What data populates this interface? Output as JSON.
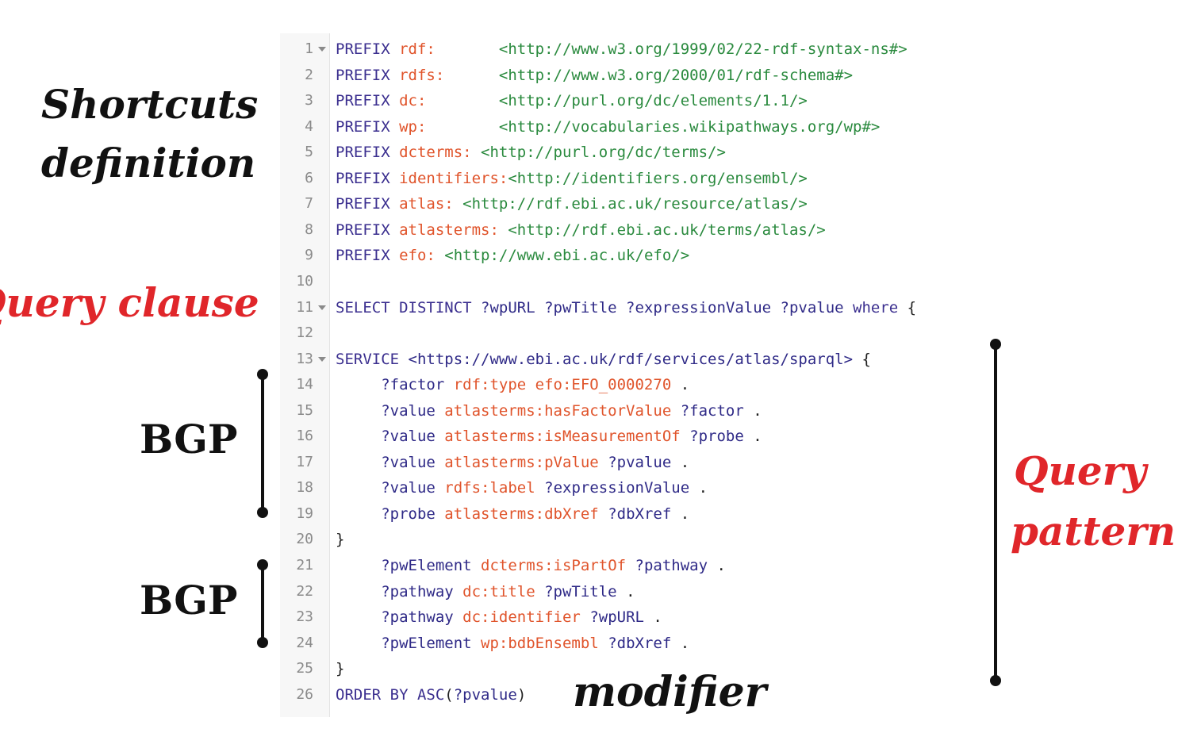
{
  "annotations": {
    "shortcuts": "Shortcuts",
    "definition": "definition",
    "query_clause": "Query clause",
    "bgp1": "BGP",
    "bgp2": "BGP",
    "query": "Query",
    "pattern": "pattern",
    "modifier": "modifier"
  },
  "code": {
    "lines": [
      {
        "num": "1",
        "fold": true,
        "tokens": [
          {
            "t": "PREFIX ",
            "c": "kw"
          },
          {
            "t": "rdf:       ",
            "c": "pre"
          },
          {
            "t": "<http://www.w3.org/1999/02/22-rdf-syntax-ns#>",
            "c": "uri"
          }
        ]
      },
      {
        "num": "2",
        "fold": false,
        "tokens": [
          {
            "t": "PREFIX ",
            "c": "kw"
          },
          {
            "t": "rdfs:      ",
            "c": "pre"
          },
          {
            "t": "<http://www.w3.org/2000/01/rdf-schema#>",
            "c": "uri"
          }
        ]
      },
      {
        "num": "3",
        "fold": false,
        "tokens": [
          {
            "t": "PREFIX ",
            "c": "kw"
          },
          {
            "t": "dc:        ",
            "c": "pre"
          },
          {
            "t": "<http://purl.org/dc/elements/1.1/>",
            "c": "uri"
          }
        ]
      },
      {
        "num": "4",
        "fold": false,
        "tokens": [
          {
            "t": "PREFIX ",
            "c": "kw"
          },
          {
            "t": "wp:        ",
            "c": "pre"
          },
          {
            "t": "<http://vocabularies.wikipathways.org/wp#>",
            "c": "uri"
          }
        ]
      },
      {
        "num": "5",
        "fold": false,
        "tokens": [
          {
            "t": "PREFIX ",
            "c": "kw"
          },
          {
            "t": "dcterms: ",
            "c": "pre"
          },
          {
            "t": "<http://purl.org/dc/terms/>",
            "c": "uri"
          }
        ]
      },
      {
        "num": "6",
        "fold": false,
        "tokens": [
          {
            "t": "PREFIX ",
            "c": "kw"
          },
          {
            "t": "identifiers:",
            "c": "pre"
          },
          {
            "t": "<http://identifiers.org/ensembl/>",
            "c": "uri"
          }
        ]
      },
      {
        "num": "7",
        "fold": false,
        "tokens": [
          {
            "t": "PREFIX ",
            "c": "kw"
          },
          {
            "t": "atlas: ",
            "c": "pre"
          },
          {
            "t": "<http://rdf.ebi.ac.uk/resource/atlas/>",
            "c": "uri"
          }
        ]
      },
      {
        "num": "8",
        "fold": false,
        "tokens": [
          {
            "t": "PREFIX ",
            "c": "kw"
          },
          {
            "t": "atlasterms: ",
            "c": "pre"
          },
          {
            "t": "<http://rdf.ebi.ac.uk/terms/atlas/>",
            "c": "uri"
          }
        ]
      },
      {
        "num": "9",
        "fold": false,
        "tokens": [
          {
            "t": "PREFIX ",
            "c": "kw"
          },
          {
            "t": "efo: ",
            "c": "pre"
          },
          {
            "t": "<http://www.ebi.ac.uk/efo/>",
            "c": "uri"
          }
        ]
      },
      {
        "num": "10",
        "fold": false,
        "tokens": []
      },
      {
        "num": "11",
        "fold": true,
        "tokens": [
          {
            "t": "SELECT DISTINCT ",
            "c": "kw"
          },
          {
            "t": "?wpURL ?pwTitle ?expressionValue ?pvalue ",
            "c": "var"
          },
          {
            "t": "where",
            "c": "kw"
          },
          {
            "t": " {",
            "c": "pun"
          }
        ]
      },
      {
        "num": "12",
        "fold": false,
        "tokens": []
      },
      {
        "num": "13",
        "fold": true,
        "tokens": [
          {
            "t": "SERVICE ",
            "c": "kw"
          },
          {
            "t": "<https://www.ebi.ac.uk/rdf/services/atlas/sparql>",
            "c": "var"
          },
          {
            "t": " {",
            "c": "pun"
          }
        ]
      },
      {
        "num": "14",
        "fold": false,
        "tokens": [
          {
            "t": "     ",
            "c": "pun"
          },
          {
            "t": "?factor ",
            "c": "var"
          },
          {
            "t": "rdf:type efo:EFO_0000270",
            "c": "pre"
          },
          {
            "t": " .",
            "c": "pun"
          }
        ]
      },
      {
        "num": "15",
        "fold": false,
        "tokens": [
          {
            "t": "     ",
            "c": "pun"
          },
          {
            "t": "?value ",
            "c": "var"
          },
          {
            "t": "atlasterms:hasFactorValue ",
            "c": "pre"
          },
          {
            "t": "?factor",
            "c": "var"
          },
          {
            "t": " .",
            "c": "pun"
          }
        ]
      },
      {
        "num": "16",
        "fold": false,
        "tokens": [
          {
            "t": "     ",
            "c": "pun"
          },
          {
            "t": "?value ",
            "c": "var"
          },
          {
            "t": "atlasterms:isMeasurementOf ",
            "c": "pre"
          },
          {
            "t": "?probe",
            "c": "var"
          },
          {
            "t": " .",
            "c": "pun"
          }
        ]
      },
      {
        "num": "17",
        "fold": false,
        "tokens": [
          {
            "t": "     ",
            "c": "pun"
          },
          {
            "t": "?value ",
            "c": "var"
          },
          {
            "t": "atlasterms:pValue ",
            "c": "pre"
          },
          {
            "t": "?pvalue",
            "c": "var"
          },
          {
            "t": " .",
            "c": "pun"
          }
        ]
      },
      {
        "num": "18",
        "fold": false,
        "tokens": [
          {
            "t": "     ",
            "c": "pun"
          },
          {
            "t": "?value ",
            "c": "var"
          },
          {
            "t": "rdfs:label ",
            "c": "pre"
          },
          {
            "t": "?expressionValue",
            "c": "var"
          },
          {
            "t": " .",
            "c": "pun"
          }
        ]
      },
      {
        "num": "19",
        "fold": false,
        "tokens": [
          {
            "t": "     ",
            "c": "pun"
          },
          {
            "t": "?probe ",
            "c": "var"
          },
          {
            "t": "atlasterms:dbXref ",
            "c": "pre"
          },
          {
            "t": "?dbXref",
            "c": "var"
          },
          {
            "t": " .",
            "c": "pun"
          }
        ]
      },
      {
        "num": "20",
        "fold": false,
        "tokens": [
          {
            "t": "}",
            "c": "pun"
          }
        ]
      },
      {
        "num": "21",
        "fold": false,
        "tokens": [
          {
            "t": "     ",
            "c": "pun"
          },
          {
            "t": "?pwElement ",
            "c": "var"
          },
          {
            "t": "dcterms:isPartOf ",
            "c": "pre"
          },
          {
            "t": "?pathway",
            "c": "var"
          },
          {
            "t": " .",
            "c": "pun"
          }
        ]
      },
      {
        "num": "22",
        "fold": false,
        "tokens": [
          {
            "t": "     ",
            "c": "pun"
          },
          {
            "t": "?pathway ",
            "c": "var"
          },
          {
            "t": "dc:title ",
            "c": "pre"
          },
          {
            "t": "?pwTitle",
            "c": "var"
          },
          {
            "t": " .",
            "c": "pun"
          }
        ]
      },
      {
        "num": "23",
        "fold": false,
        "tokens": [
          {
            "t": "     ",
            "c": "pun"
          },
          {
            "t": "?pathway ",
            "c": "var"
          },
          {
            "t": "dc:identifier ",
            "c": "pre"
          },
          {
            "t": "?wpURL",
            "c": "var"
          },
          {
            "t": " .",
            "c": "pun"
          }
        ]
      },
      {
        "num": "24",
        "fold": false,
        "tokens": [
          {
            "t": "     ",
            "c": "pun"
          },
          {
            "t": "?pwElement ",
            "c": "var"
          },
          {
            "t": "wp:bdbEnsembl ",
            "c": "pre"
          },
          {
            "t": "?dbXref",
            "c": "var"
          },
          {
            "t": " .",
            "c": "pun"
          }
        ]
      },
      {
        "num": "25",
        "fold": false,
        "tokens": [
          {
            "t": "}",
            "c": "pun"
          }
        ]
      },
      {
        "num": "26",
        "fold": false,
        "tokens": [
          {
            "t": "ORDER BY ASC",
            "c": "kw"
          },
          {
            "t": "(",
            "c": "pun"
          },
          {
            "t": "?pvalue",
            "c": "var"
          },
          {
            "t": ")",
            "c": "pun"
          }
        ]
      }
    ]
  }
}
